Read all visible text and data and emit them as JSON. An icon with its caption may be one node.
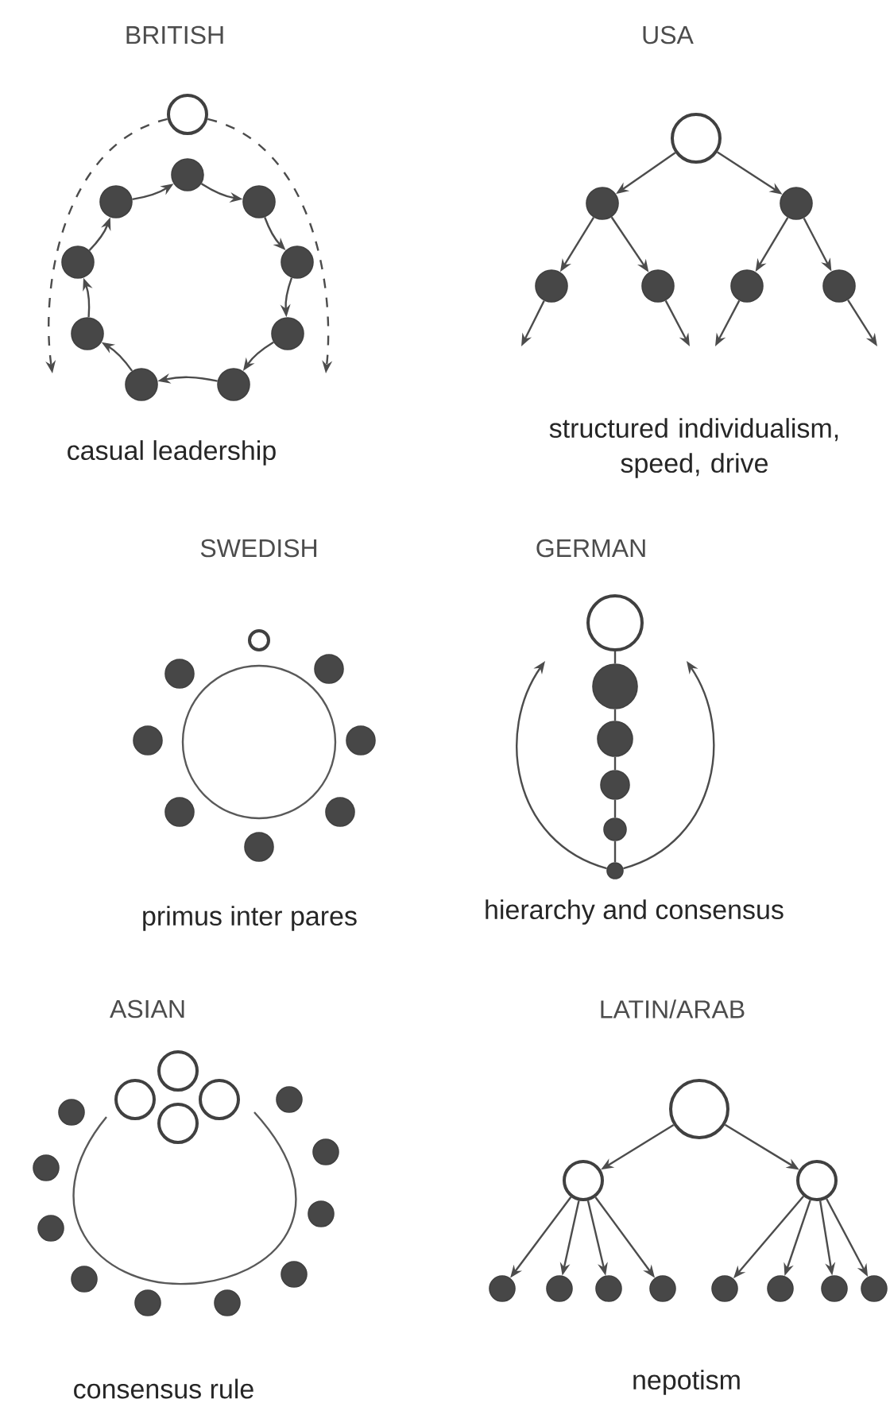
{
  "diagram": {
    "nodes": [
      {
        "text": [],
        "shape": "circle"
      },
      {
        "text": [],
        "shape": "circle"
      },
      {
        "text": [],
        "shape": "circle"
      },
      {
        "text": [],
        "shape": "circle"
      },
      {
        "text": [],
        "shape": "circle"
      },
      {
        "text": [],
        "shape": "circle"
      },
      {
        "text": [],
        "shape": "circle"
      },
      {
        "text": [],
        "shape": "circle"
      },
      {
        "text": [],
        "shape": "circle"
      },
      {
        "text": [],
        "shape": "circle"
      },
      {
        "text": [],
        "shape": "circle"
      },
      {
        "text": [],
        "shape": "circle"
      },
      {
        "text": [],
        "shape": "circle"
      },
      {
        "text": [],
        "shape": "circle"
      },
      {
        "text": [],
        "shape": "circle"
      },
      {
        "text": [],
        "shape": "circle"
      },
      {
        "text": [],
        "shape": "circle"
      },
      {
        "text": [],
        "shape": "circle"
      },
      {
        "text": [],
        "shape": "circle"
      },
      {
        "text": [],
        "shape": "circle"
      },
      {
        "text": [],
        "shape": "circle"
      },
      {
        "text": [],
        "shape": "circle"
      },
      {
        "text": [],
        "shape": "circle"
      },
      {
        "text": [],
        "shape": "circle"
      },
      {
        "text": [],
        "shape": "circle"
      },
      {
        "text": [],
        "shape": "circle"
      },
      {
        "text": [],
        "shape": "circle"
      },
      {
        "text": [],
        "shape": "circle"
      },
      {
        "text": [],
        "shape": "circle"
      },
      {
        "text": [],
        "shape": "circle"
      },
      {
        "text": [],
        "shape": "circle"
      },
      {
        "text": [],
        "shape": "circle"
      },
      {
        "text": [],
        "shape": "circle"
      },
      {
        "text": [],
        "shape": "circle"
      },
      {
        "text": [],
        "shape": "circle"
      },
      {
        "text": [],
        "shape": "circle"
      },
      {
        "text": [],
        "shape": "circle"
      },
      {
        "text": [],
        "shape": "circle"
      },
      {
        "text": [],
        "shape": "circle"
      },
      {
        "text": [],
        "shape": "circle"
      },
      {
        "text": [],
        "shape": "circle"
      },
      {
        "text": [],
        "shape": "circle"
      },
      {
        "text": [],
        "shape": "circle"
      },
      {
        "text": [],
        "shape": "circle"
      },
      {
        "text": [],
        "shape": "circle"
      },
      {
        "text": [],
        "shape": "circle"
      },
      {
        "text": [],
        "shape": "circle"
      },
      {
        "text": [],
        "shape": "circle"
      },
      {
        "text": [],
        "shape": "circle"
      },
      {
        "text": [],
        "shape": "circle"
      },
      {
        "text": [],
        "shape": "circle"
      },
      {
        "text": [],
        "shape": "circle"
      },
      {
        "text": [],
        "shape": "circle"
      },
      {
        "text": [],
        "shape": "circle"
      },
      {
        "text": [],
        "shape": "circle"
      },
      {
        "text": [],
        "shape": "circle"
      }
    ],
    "edges": [
      {
        "from": 0,
        "to": null,
        "arrow": "to",
        "style": "dashed"
      },
      {
        "from": 0,
        "to": null,
        "arrow": "to",
        "style": "dashed"
      },
      {
        "from": 1,
        "to": 3,
        "arrow": "to"
      },
      {
        "from": 3,
        "to": 5,
        "arrow": "to"
      },
      {
        "from": 5,
        "to": 7,
        "arrow": "to"
      },
      {
        "from": 7,
        "to": 9,
        "arrow": "to"
      },
      {
        "from": 9,
        "to": 8,
        "arrow": "to"
      },
      {
        "from": 8,
        "to": 6,
        "arrow": "to"
      },
      {
        "from": 6,
        "to": 4,
        "arrow": "to"
      },
      {
        "from": 4,
        "to": 2,
        "arrow": "to"
      },
      {
        "from": 2,
        "to": 1,
        "arrow": "to"
      },
      {
        "from": 10,
        "to": 11,
        "arrow": "to"
      },
      {
        "from": 10,
        "to": 12,
        "arrow": "to"
      },
      {
        "from": 11,
        "to": 13,
        "arrow": "to"
      },
      {
        "from": 11,
        "to": 14,
        "arrow": "to"
      },
      {
        "from": 12,
        "to": 15,
        "arrow": "to"
      },
      {
        "from": 12,
        "to": 16,
        "arrow": "to"
      },
      {
        "from": 13,
        "to": null,
        "arrow": "to"
      },
      {
        "from": 14,
        "to": null,
        "arrow": "to"
      },
      {
        "from": 15,
        "to": null,
        "arrow": "to"
      },
      {
        "from": 16,
        "to": null,
        "arrow": "to"
      },
      {
        "from": 25,
        "to": 26,
        "arrow": "none"
      },
      {
        "from": 26,
        "to": 27,
        "arrow": "none"
      },
      {
        "from": 27,
        "to": 28,
        "arrow": "none"
      },
      {
        "from": 28,
        "to": 29,
        "arrow": "none"
      },
      {
        "from": 29,
        "to": 30,
        "arrow": "none"
      },
      {
        "from": 30,
        "to": null,
        "arrow": "to"
      },
      {
        "from": 30,
        "to": null,
        "arrow": "to"
      },
      {
        "from": 45,
        "to": 46,
        "arrow": "to"
      },
      {
        "from": 45,
        "to": 47,
        "arrow": "to"
      },
      {
        "from": 46,
        "to": 48,
        "arrow": "to"
      },
      {
        "from": 46,
        "to": 49,
        "arrow": "to"
      },
      {
        "from": 46,
        "to": 50,
        "arrow": "to"
      },
      {
        "from": 46,
        "to": 51,
        "arrow": "to"
      },
      {
        "from": 47,
        "to": 52,
        "arrow": "to"
      },
      {
        "from": 47,
        "to": 53,
        "arrow": "to"
      },
      {
        "from": 47,
        "to": 54,
        "arrow": "to"
      },
      {
        "from": 47,
        "to": 55,
        "arrow": "to"
      }
    ],
    "labels": [
      "BRITISH",
      "USA",
      "casual leadership",
      "structured individualism, speed, drive",
      "SWEDISH",
      "GERMAN",
      "primus inter pares",
      "hierarchy and consensus",
      "ASIAN",
      "LATIN/ARAB",
      "consensus rule",
      "nepotism"
    ]
  }
}
